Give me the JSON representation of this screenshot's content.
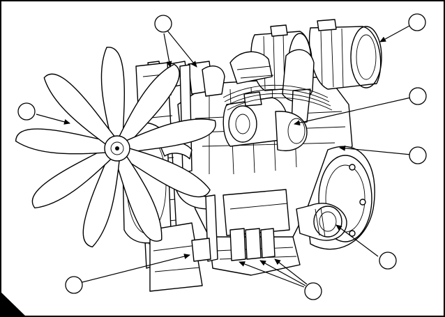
{
  "figure": {
    "type": "technical-illustration",
    "subject": "engine-assembly-with-fan",
    "callout_count": 8,
    "callout_labels": [
      "",
      "",
      "",
      "",
      "",
      "",
      "",
      ""
    ],
    "colors": {
      "ink": "#000000",
      "paper": "#ffffff"
    }
  }
}
